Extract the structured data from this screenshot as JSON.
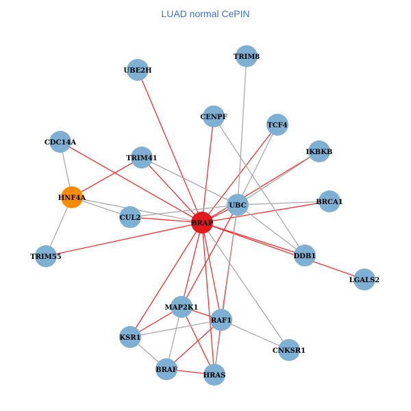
{
  "title": "LUAD normal CePIN",
  "colors": {
    "node": "#7eb0d3",
    "seed": "#e31a1c",
    "highlight": "#ff8c00",
    "edge_red": "#ff2a2a",
    "edge_gray": "#a8a8a8"
  },
  "nodes": [
    {
      "id": "TRIM8",
      "type": "normal"
    },
    {
      "id": "UBE2H",
      "type": "normal"
    },
    {
      "id": "CENPF",
      "type": "normal"
    },
    {
      "id": "TCF4",
      "type": "normal"
    },
    {
      "id": "CDC14A",
      "type": "normal"
    },
    {
      "id": "TRIM41",
      "type": "normal"
    },
    {
      "id": "IKBKB",
      "type": "normal"
    },
    {
      "id": "HNF4A",
      "type": "highlight"
    },
    {
      "id": "UBC",
      "type": "normal"
    },
    {
      "id": "BRCA1",
      "type": "normal"
    },
    {
      "id": "CUL2",
      "type": "normal"
    },
    {
      "id": "BRAP",
      "type": "seed"
    },
    {
      "id": "TRIM55",
      "type": "normal"
    },
    {
      "id": "DDB1",
      "type": "normal"
    },
    {
      "id": "LGALS2",
      "type": "normal"
    },
    {
      "id": "MAP2K1",
      "type": "normal"
    },
    {
      "id": "RAF1",
      "type": "normal"
    },
    {
      "id": "KSR1",
      "type": "normal"
    },
    {
      "id": "CNKSR1",
      "type": "normal"
    },
    {
      "id": "BRAF",
      "type": "normal"
    },
    {
      "id": "HRAS",
      "type": "normal"
    }
  ],
  "edges": [
    [
      "BRAP",
      "UBE2H",
      "red"
    ],
    [
      "BRAP",
      "CENPF",
      "red"
    ],
    [
      "BRAP",
      "TCF4",
      "red"
    ],
    [
      "BRAP",
      "IKBKB",
      "red"
    ],
    [
      "BRAP",
      "TRIM41",
      "red"
    ],
    [
      "BRAP",
      "CDC14A",
      "red"
    ],
    [
      "BRAP",
      "CUL2",
      "red"
    ],
    [
      "BRAP",
      "TRIM55",
      "red"
    ],
    [
      "BRAP",
      "UBC",
      "red"
    ],
    [
      "BRAP",
      "BRCA1",
      "red"
    ],
    [
      "BRAP",
      "DDB1",
      "red"
    ],
    [
      "BRAP",
      "LGALS2",
      "red"
    ],
    [
      "BRAP",
      "MAP2K1",
      "red"
    ],
    [
      "BRAP",
      "RAF1",
      "red"
    ],
    [
      "BRAP",
      "KSR1",
      "red"
    ],
    [
      "BRAP",
      "HRAS",
      "red"
    ],
    [
      "HNF4A",
      "TRIM41",
      "red"
    ],
    [
      "UBC",
      "MAP2K1",
      "red"
    ],
    [
      "UBC",
      "RAF1",
      "red"
    ],
    [
      "MAP2K1",
      "KSR1",
      "red"
    ],
    [
      "MAP2K1",
      "RAF1",
      "red"
    ],
    [
      "MAP2K1",
      "HRAS",
      "red"
    ],
    [
      "RAF1",
      "BRAF",
      "red"
    ],
    [
      "BRAF",
      "HRAS",
      "red"
    ],
    [
      "RAF1",
      "HRAS",
      "red"
    ],
    [
      "TRIM8",
      "UBC",
      "gray"
    ],
    [
      "CENPF",
      "DDB1",
      "gray"
    ],
    [
      "CDC14A",
      "HNF4A",
      "gray"
    ],
    [
      "HNF4A",
      "TRIM55",
      "gray"
    ],
    [
      "HNF4A",
      "CUL2",
      "gray"
    ],
    [
      "HNF4A",
      "BRAP",
      "gray"
    ],
    [
      "CUL2",
      "UBC",
      "gray"
    ],
    [
      "TRIM41",
      "UBC",
      "gray"
    ],
    [
      "UBC",
      "IKBKB",
      "gray"
    ],
    [
      "UBC",
      "TCF4",
      "gray"
    ],
    [
      "UBC",
      "BRCA1",
      "gray"
    ],
    [
      "UBC",
      "DDB1",
      "gray"
    ],
    [
      "UBC",
      "HRAS",
      "gray"
    ],
    [
      "BRAP",
      "CNKSR1",
      "gray"
    ],
    [
      "RAF1",
      "CNKSR1",
      "gray"
    ],
    [
      "KSR1",
      "RAF1",
      "gray"
    ],
    [
      "KSR1",
      "BRAF",
      "gray"
    ],
    [
      "BRAF",
      "MAP2K1",
      "gray"
    ]
  ]
}
